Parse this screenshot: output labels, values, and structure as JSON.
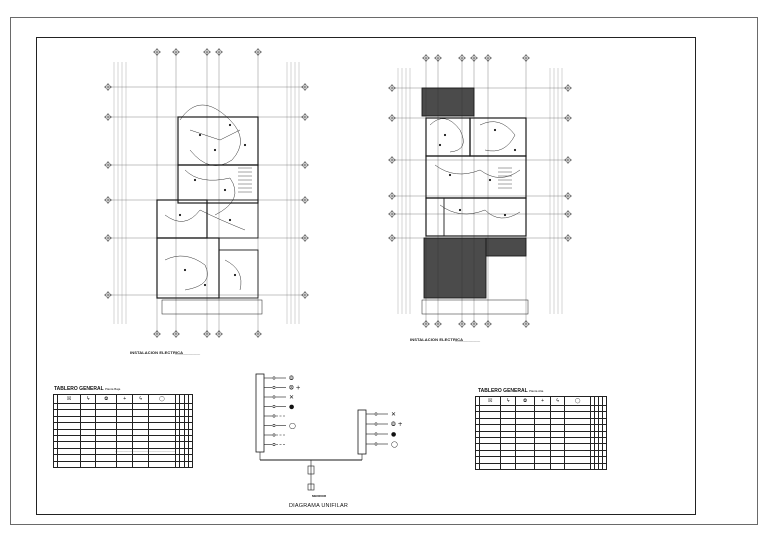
{
  "plans": [
    {
      "title": "INSTALACION ELECTRICA",
      "subtitle": "_______________"
    },
    {
      "title": "INSTALACION ELECTRICA",
      "subtitle": "_______________"
    }
  ],
  "tables": [
    {
      "title": "TABLERO GENERAL",
      "subtitle": "Planta Baja",
      "header_symbols": [
        "",
        "☒",
        "ϟ",
        "⨷",
        "+",
        "ϟ",
        "◯",
        "",
        "",
        "",
        ""
      ],
      "row_count": 10,
      "note": "____________________________________"
    },
    {
      "title": "TABLERO GENERAL",
      "subtitle": "Planta Alta",
      "header_symbols": [
        "",
        "☒",
        "ϟ",
        "⨷",
        "+",
        "ϟ",
        "◯",
        "",
        "",
        "",
        ""
      ],
      "row_count": 10,
      "note": "____________________________________"
    }
  ],
  "single_line_diagram": {
    "label": "DIAGRAMA UNIFILAR",
    "meter_label": "MEDIDOR",
    "left_branch_symbols": [
      "⨷",
      "⨷ +",
      "✕",
      "●",
      "",
      "◯",
      "",
      ""
    ],
    "right_branch_symbols": [
      "✕",
      "⨷ +",
      "●",
      "◯"
    ]
  },
  "colors": {
    "line": "#1a1a1a",
    "frame": "#6a6a6a",
    "hatch": "#333333"
  }
}
